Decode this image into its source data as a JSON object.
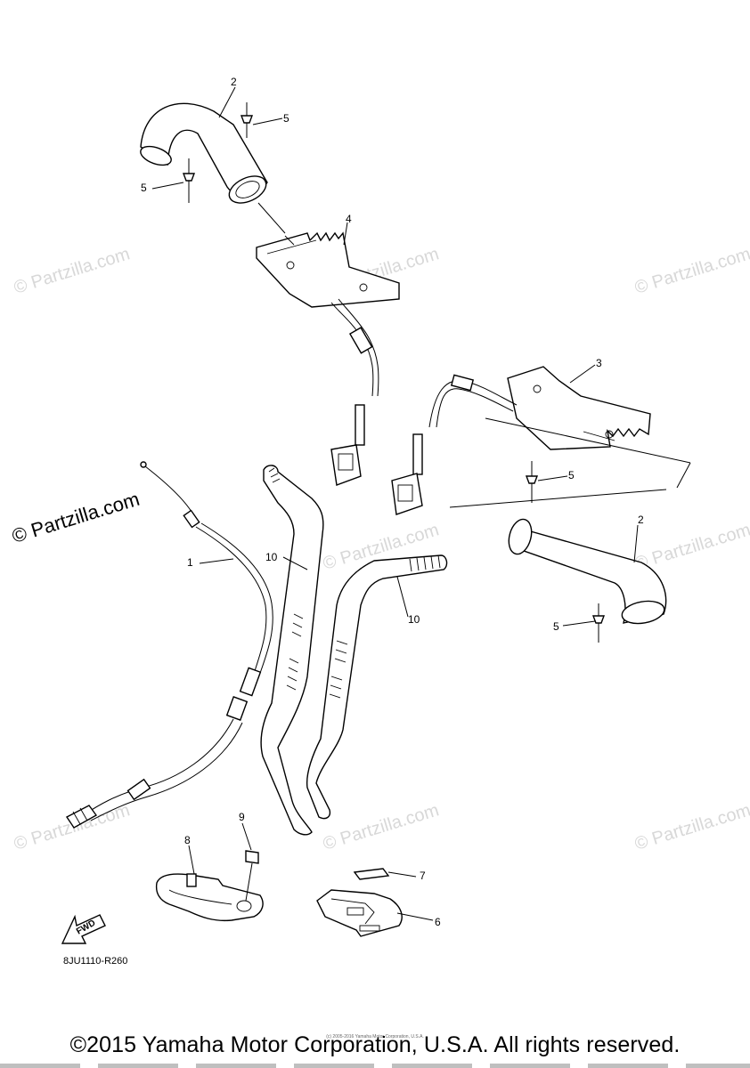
{
  "watermark_small": "© Partzilla.com",
  "watermark_main": "© Partzilla.com",
  "fwd_label": "FWD",
  "diagram_code": "8JU1110-R260",
  "copyright": "©2015 Yamaha Motor Corporation, U.S.A. All rights reserved.",
  "tiny_copyright": "(c) 2005-2016 Yamaha Motor Corporation, U.S.A.",
  "callouts": {
    "c1": "1",
    "c2a": "2",
    "c2b": "2",
    "c3": "3",
    "c4": "4",
    "c5a": "5",
    "c5b": "5",
    "c5c": "5",
    "c5d": "5",
    "c6": "6",
    "c7": "7",
    "c8": "8",
    "c9": "9",
    "c10a": "10",
    "c10b": "10"
  }
}
